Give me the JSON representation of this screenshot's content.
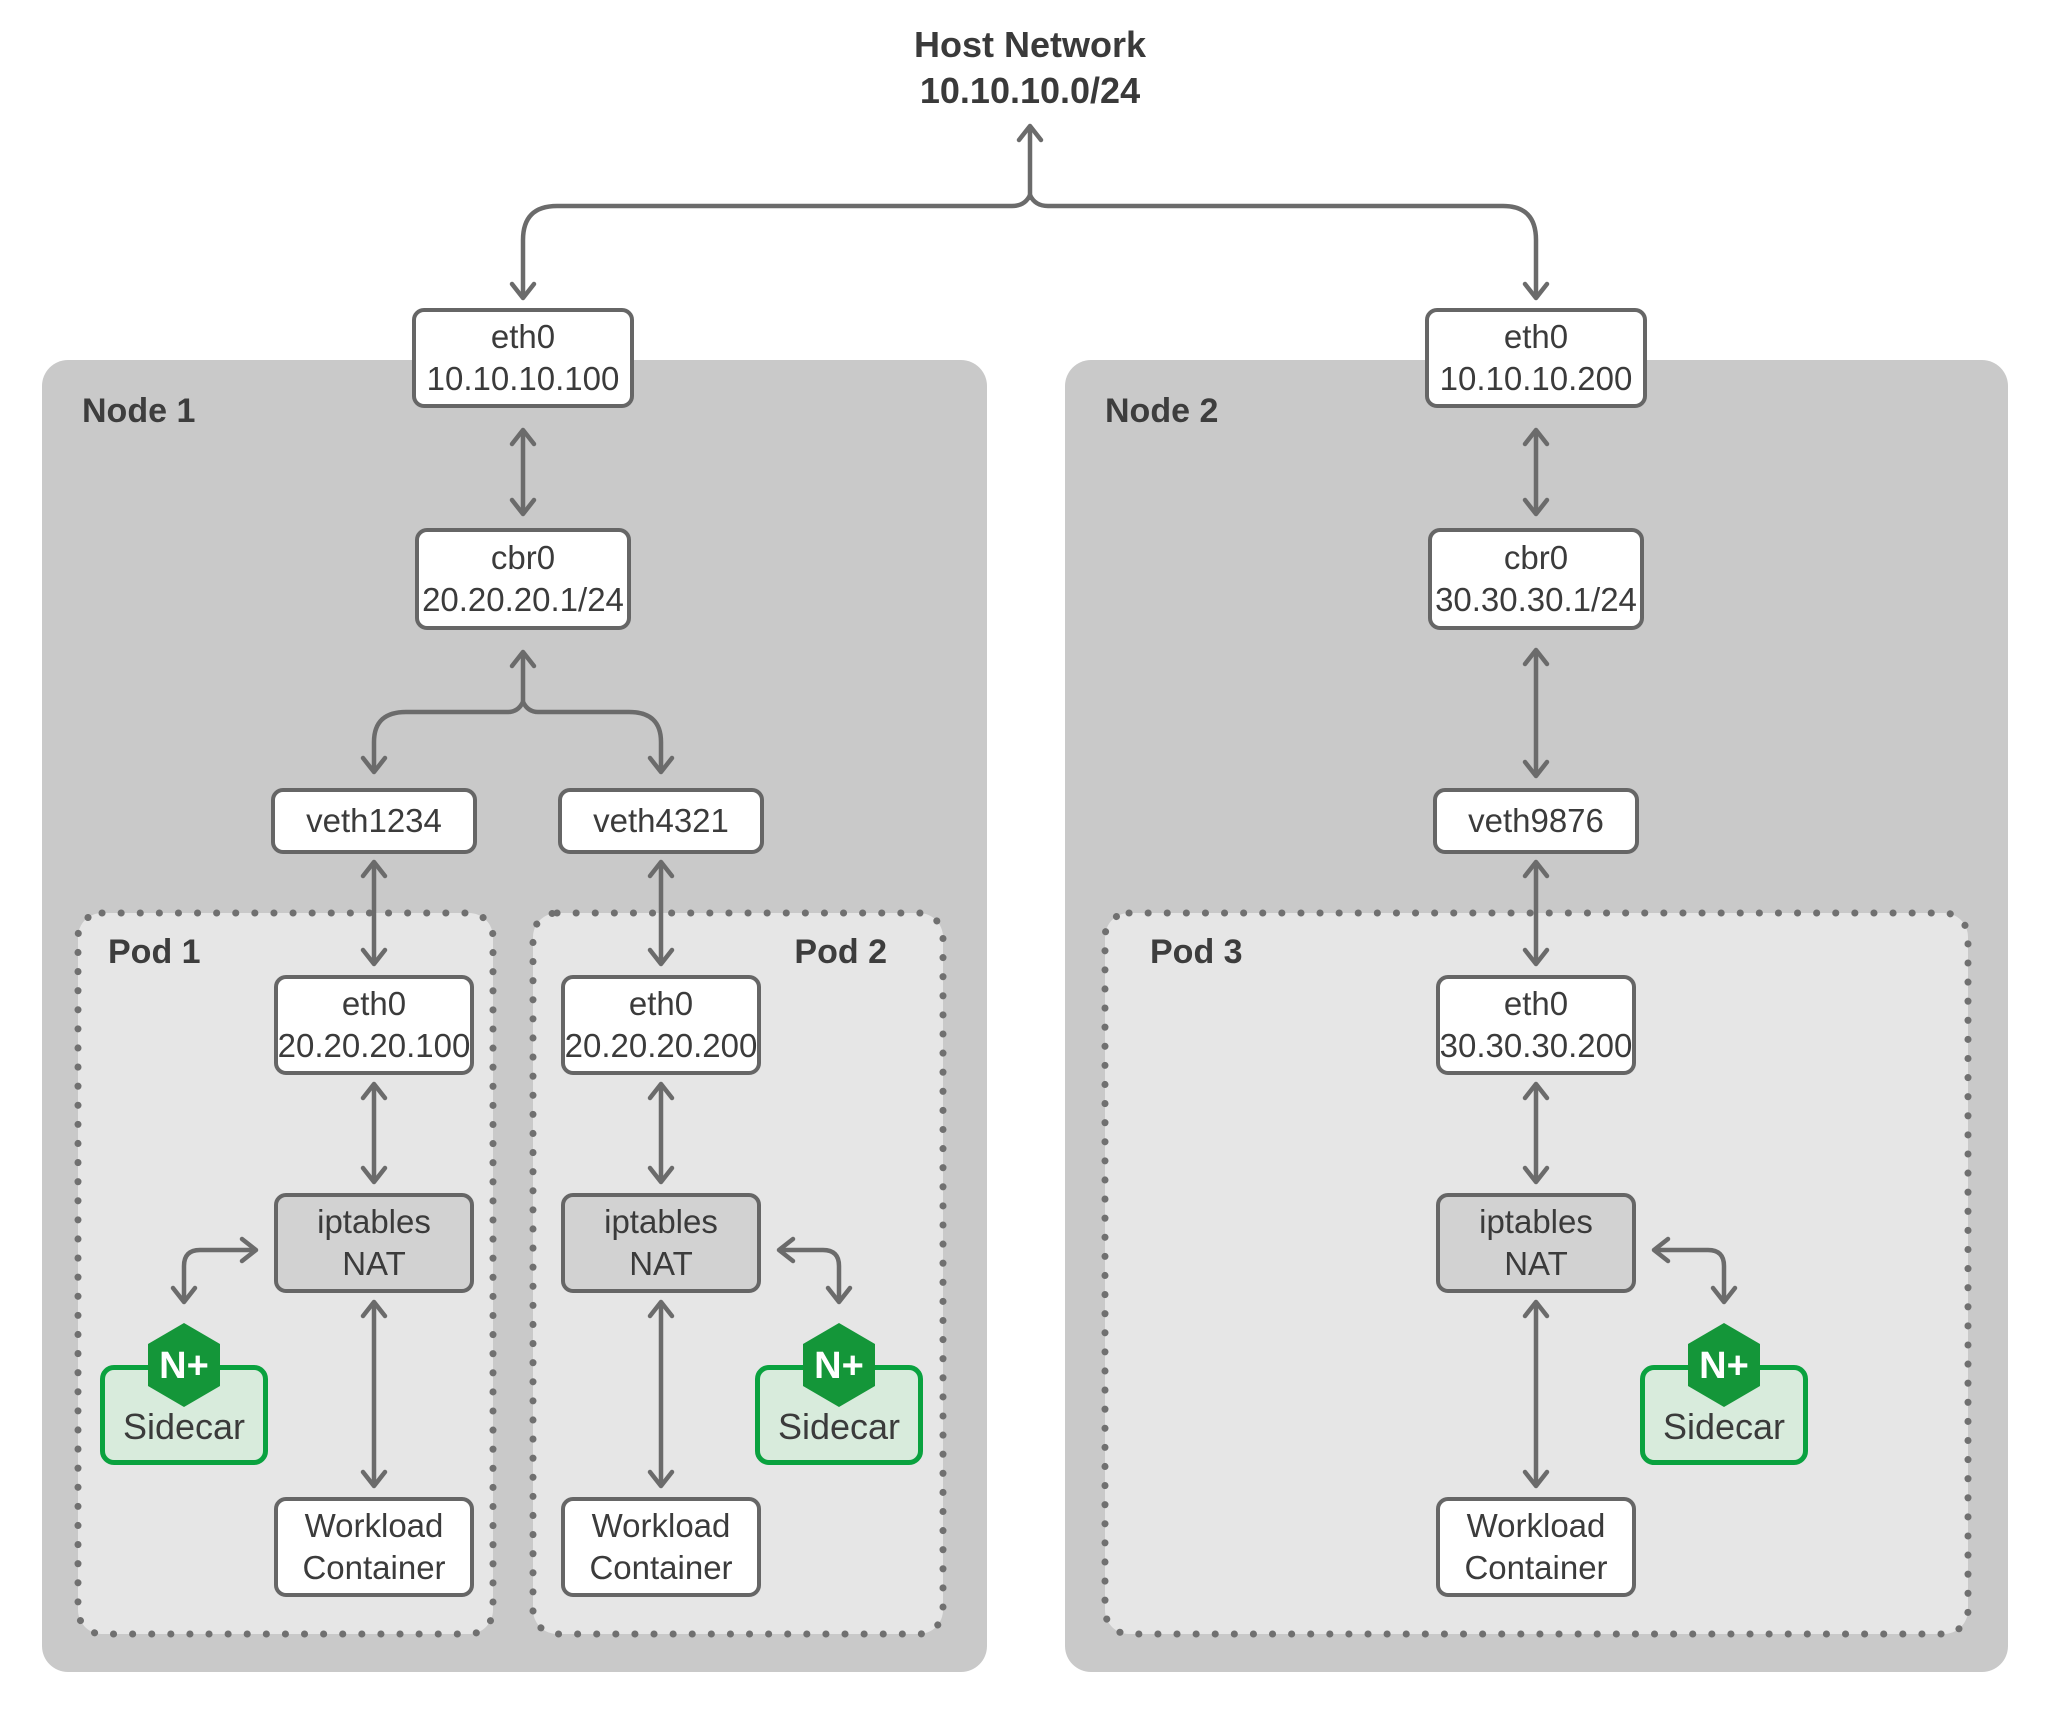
{
  "title": {
    "line1": "Host Network",
    "line2": "10.10.10.0/24"
  },
  "nodes": [
    {
      "label": "Node 1",
      "eth0_line1": "eth0",
      "eth0_line2": "10.10.10.100",
      "bridge_line1": "cbr0",
      "bridge_line2": "20.20.20.1/24",
      "veths": [
        "veth1234",
        "veth4321"
      ]
    },
    {
      "label": "Node 2",
      "eth0_line1": "eth0",
      "eth0_line2": "10.10.10.200",
      "bridge_line1": "cbr0",
      "bridge_line2": "30.30.30.1/24",
      "veths": [
        "veth9876"
      ]
    }
  ],
  "pods": [
    {
      "label": "Pod 1",
      "eth0_line1": "eth0",
      "eth0_line2": "20.20.20.100",
      "nat_line1": "iptables",
      "nat_line2": "NAT",
      "sidecar": {
        "logo": "N+",
        "label": "Sidecar"
      },
      "workload_line1": "Workload",
      "workload_line2": "Container"
    },
    {
      "label": "Pod 2",
      "eth0_line1": "eth0",
      "eth0_line2": "20.20.20.200",
      "nat_line1": "iptables",
      "nat_line2": "NAT",
      "sidecar": {
        "logo": "N+",
        "label": "Sidecar"
      },
      "workload_line1": "Workload",
      "workload_line2": "Container"
    },
    {
      "label": "Pod 3",
      "eth0_line1": "eth0",
      "eth0_line2": "30.30.30.200",
      "nat_line1": "iptables",
      "nat_line2": "NAT",
      "sidecar": {
        "logo": "N+",
        "label": "Sidecar"
      },
      "workload_line1": "Workload",
      "workload_line2": "Container"
    }
  ],
  "colors": {
    "node_fill": "#c9c9c9",
    "pod_fill": "#e6e6e6",
    "nat_fill": "#d2d2d2",
    "box_border": "#666666",
    "arrow": "#6b6b6b",
    "text": "#3b3b3b",
    "nginx_green": "#149639",
    "sidecar_border": "#0aa23f",
    "sidecar_fill": "#d8ebdc"
  }
}
